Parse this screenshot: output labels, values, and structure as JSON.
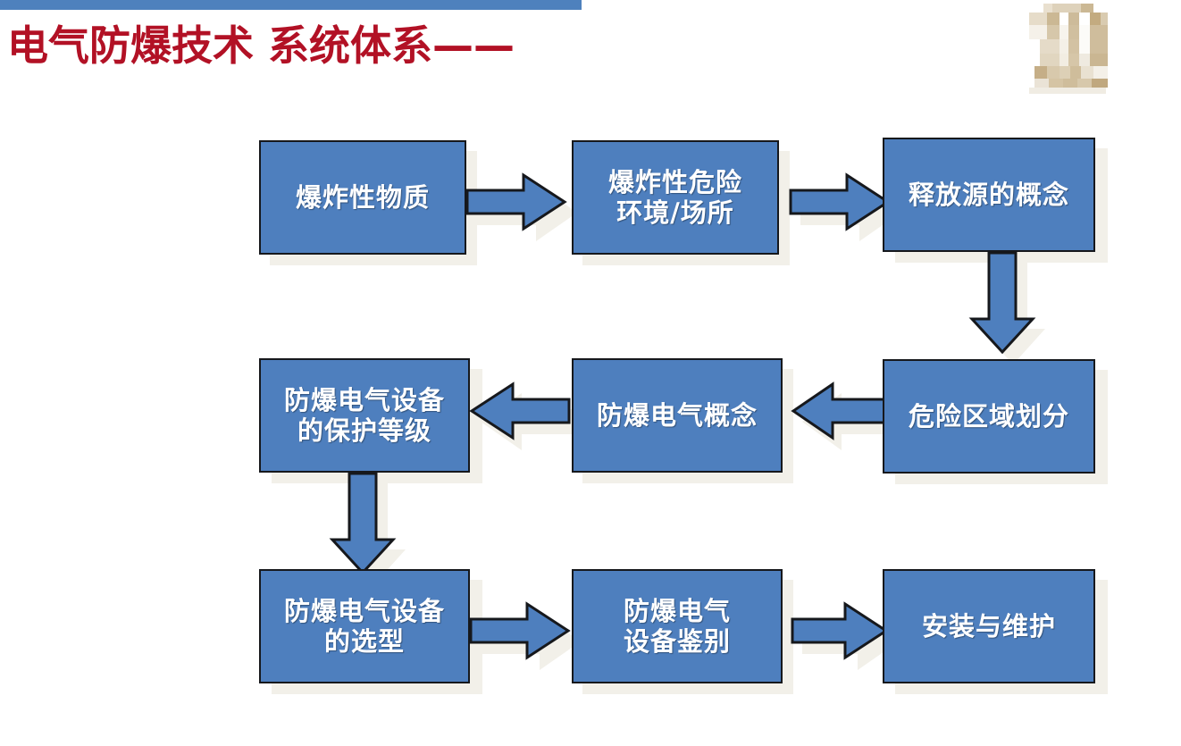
{
  "slide": {
    "title": "电气防爆技术 系统体系——",
    "title_color": "#b21125",
    "rule_color": "#4e81bd",
    "background": "#ffffff",
    "logo_name": "company-logo-blurred"
  },
  "diagram": {
    "node_fill": "#4e7fbe",
    "node_border": "#16181c",
    "node_text_color": "#ffffff",
    "arrow_fill": "#4e7fbe",
    "arrow_border": "#16181c",
    "nodes": [
      {
        "id": "n1",
        "label": "爆炸性物质",
        "lines": [
          "爆炸性物质"
        ]
      },
      {
        "id": "n2",
        "label": "爆炸性危险环境/场所",
        "lines": [
          "爆炸性危险",
          "环境/场所"
        ]
      },
      {
        "id": "n3",
        "label": "释放源的概念",
        "lines": [
          "释放源的概念"
        ]
      },
      {
        "id": "n4",
        "label": "危险区域划分",
        "lines": [
          "危险区域划分"
        ]
      },
      {
        "id": "n5",
        "label": "防爆电气概念",
        "lines": [
          "防爆电气概念"
        ]
      },
      {
        "id": "n6",
        "label": "防爆电气设备的保护等级",
        "lines": [
          "防爆电气设备",
          "的保护等级"
        ]
      },
      {
        "id": "n7",
        "label": "防爆电气设备的选型",
        "lines": [
          "防爆电气设备",
          "的选型"
        ]
      },
      {
        "id": "n8",
        "label": "防爆电气设备鉴别",
        "lines": [
          "防爆电气",
          "设备鉴别"
        ]
      },
      {
        "id": "n9",
        "label": "安装与维护",
        "lines": [
          "安装与维护"
        ]
      }
    ],
    "edges": [
      {
        "from": "n1",
        "to": "n2",
        "direction": "right"
      },
      {
        "from": "n2",
        "to": "n3",
        "direction": "right"
      },
      {
        "from": "n3",
        "to": "n4",
        "direction": "down"
      },
      {
        "from": "n4",
        "to": "n5",
        "direction": "left"
      },
      {
        "from": "n5",
        "to": "n6",
        "direction": "left"
      },
      {
        "from": "n6",
        "to": "n7",
        "direction": "down"
      },
      {
        "from": "n7",
        "to": "n8",
        "direction": "right"
      },
      {
        "from": "n8",
        "to": "n9",
        "direction": "right"
      }
    ]
  }
}
